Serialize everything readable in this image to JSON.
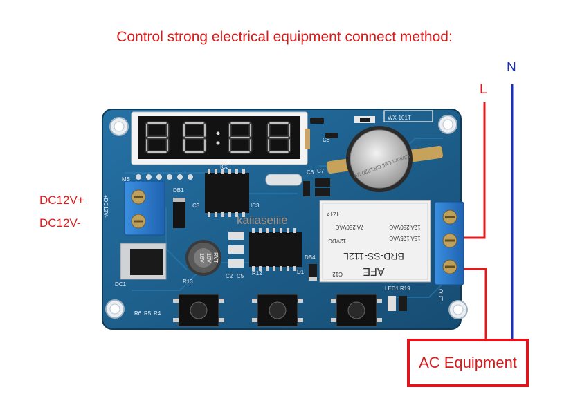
{
  "title": "Control strong electrical equipment connect method:",
  "labels": {
    "n": "N",
    "l": "L",
    "dc_plus": "DC12V+",
    "dc_minus": "DC12V-",
    "ac_equipment": "AC Equipment",
    "watermark": "kaiiaseiiie"
  },
  "board": {
    "model": "WX-101T",
    "power_silk": "+DC12V-",
    "battery_silk": "Lithium Cell CR1220 3V",
    "relay_brand": "AFE",
    "relay_model": "BRD-SS-112L",
    "relay_code": "C12",
    "relay_coil": "12VDC",
    "relay_ratings": [
      "15A 125VAC",
      "12A 250VAC",
      "7A 250VAC"
    ],
    "relay_lot": "1412",
    "cap_text": [
      "10V",
      "16V",
      "RVT"
    ],
    "designators": [
      "MS",
      "DB1",
      "IC2",
      "IC3",
      "C3",
      "C2",
      "C5",
      "R12",
      "R13",
      "DC1",
      "R6",
      "R5",
      "R4",
      "DB4",
      "C6",
      "C7",
      "C8",
      "LED1",
      "R19",
      "OUT",
      "D1"
    ]
  },
  "colors": {
    "red": "#e01b1b",
    "blue": "#1a2fc0",
    "pcb": "#1c5f8e",
    "terminal": "#2f7fd0"
  }
}
